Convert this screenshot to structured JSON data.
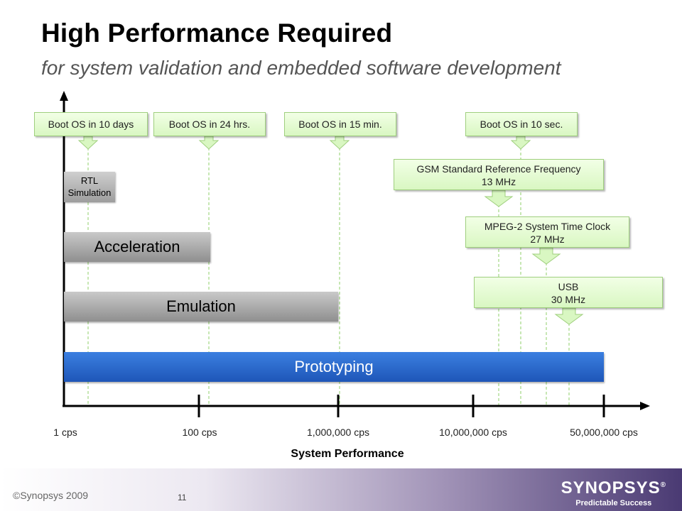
{
  "slide": {
    "title": "High Performance Required",
    "subtitle": "for system validation and embedded software development"
  },
  "callouts": [
    {
      "label": "Boot OS in 10 days"
    },
    {
      "label": "Boot OS in 24 hrs."
    },
    {
      "label": "Boot OS in 15 min."
    },
    {
      "label": "Boot OS in 10 sec."
    }
  ],
  "frequencies": [
    {
      "line1": "GSM Standard Reference Frequency",
      "line2": "13 MHz"
    },
    {
      "line1": "MPEG-2 System Time Clock",
      "line2": "27 MHz"
    },
    {
      "line1": "USB",
      "line2": "30 MHz"
    }
  ],
  "technologies": {
    "rtl_line1": "RTL",
    "rtl_line2": "Simulation",
    "acceleration": "Acceleration",
    "emulation": "Emulation",
    "prototyping": "Prototyping"
  },
  "axis": {
    "xlabel": "System Performance",
    "ticks": [
      "1 cps",
      "100 cps",
      "1,000,000 cps",
      "10,000,000 cps",
      "50,000,000 cps"
    ]
  },
  "footer": {
    "copyright": "©Synopsys 2009",
    "page": "11",
    "logo": "SYNOPSYS",
    "logo_mark": "®",
    "tagline": "Predictable Success"
  },
  "colors": {
    "callout_fill": "#d9f7c2",
    "callout_border": "#9fcf7e",
    "prototyping_blue": "#1e56b8",
    "gray_bar": "#9a9a9a"
  }
}
